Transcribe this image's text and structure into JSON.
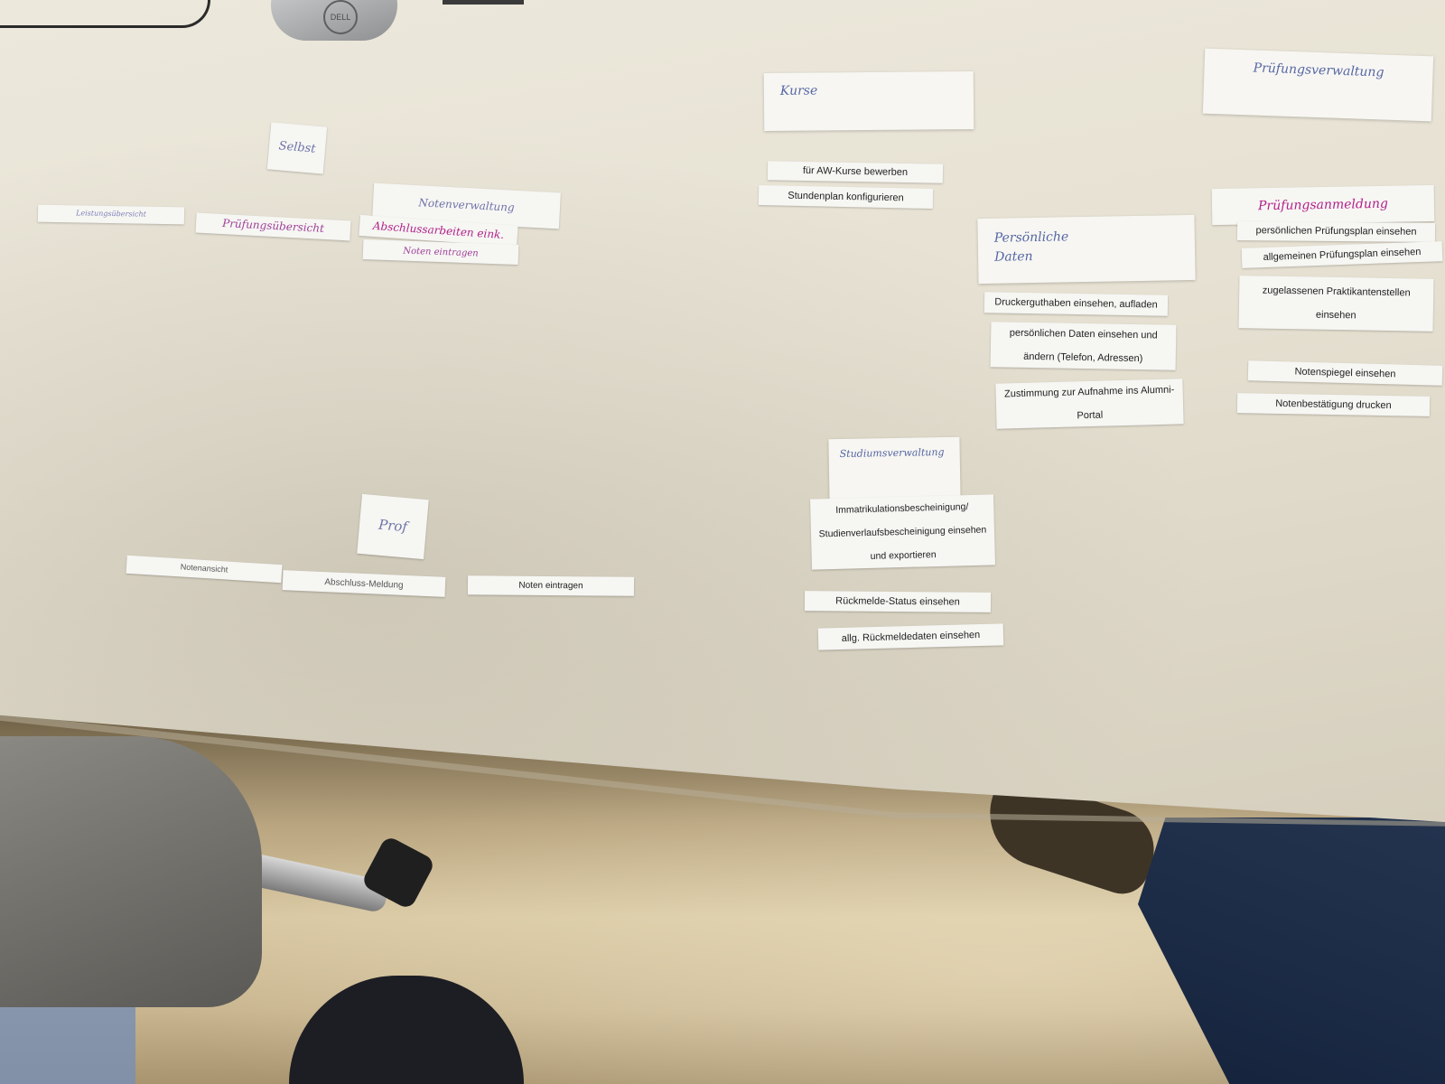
{
  "photo": {
    "mouse_brand": "DELL"
  },
  "groups": {
    "kurse": {
      "heading": "Kurse",
      "items": [
        "für AW-Kurse bewerben",
        "Stundenplan konfigurieren"
      ]
    },
    "pruefungsverwaltung": {
      "heading": "Prüfungsverwaltung"
    },
    "pruefungsanmeldung": {
      "heading": "Prüfungsanmeldung",
      "items": [
        "persönlichen Prüfungsplan einsehen",
        "allgemeinen Prüfungsplan einsehen",
        "zugelassenen Praktikantenstellen\neinsehen",
        "Notenspiegel einsehen",
        "Notenbestätigung drucken"
      ]
    },
    "persoenliche_daten": {
      "heading": "Persönliche\nDaten",
      "items": [
        "Druckerguthaben einsehen, aufladen",
        "persönlichen Daten einsehen und\nändern (Telefon, Adressen)",
        "Zustimmung zur Aufnahme ins Alumni-\nPortal"
      ]
    },
    "studiumsverwaltung": {
      "heading": "Studiumsverwaltung",
      "items": [
        "Immatrikulationsbescheinigung/\nStudienverlaufsbescheinigung einsehen\nund exportieren",
        "Rückmelde-Status einsehen",
        "allg. Rückmeldedaten einsehen"
      ]
    },
    "selbst": {
      "heading": "Selbst",
      "items": [
        "Leistungsübersicht",
        "Prüfungsübersicht"
      ]
    },
    "notenverwaltung": {
      "heading": "Notenverwaltung",
      "items": [
        "Abschlussarbeiten eink.",
        "Noten eintragen"
      ]
    },
    "prof": {
      "heading": "Prof",
      "items": [
        "Notenansicht",
        "Abschluss-Meldung",
        "Noten eintragen"
      ]
    }
  }
}
